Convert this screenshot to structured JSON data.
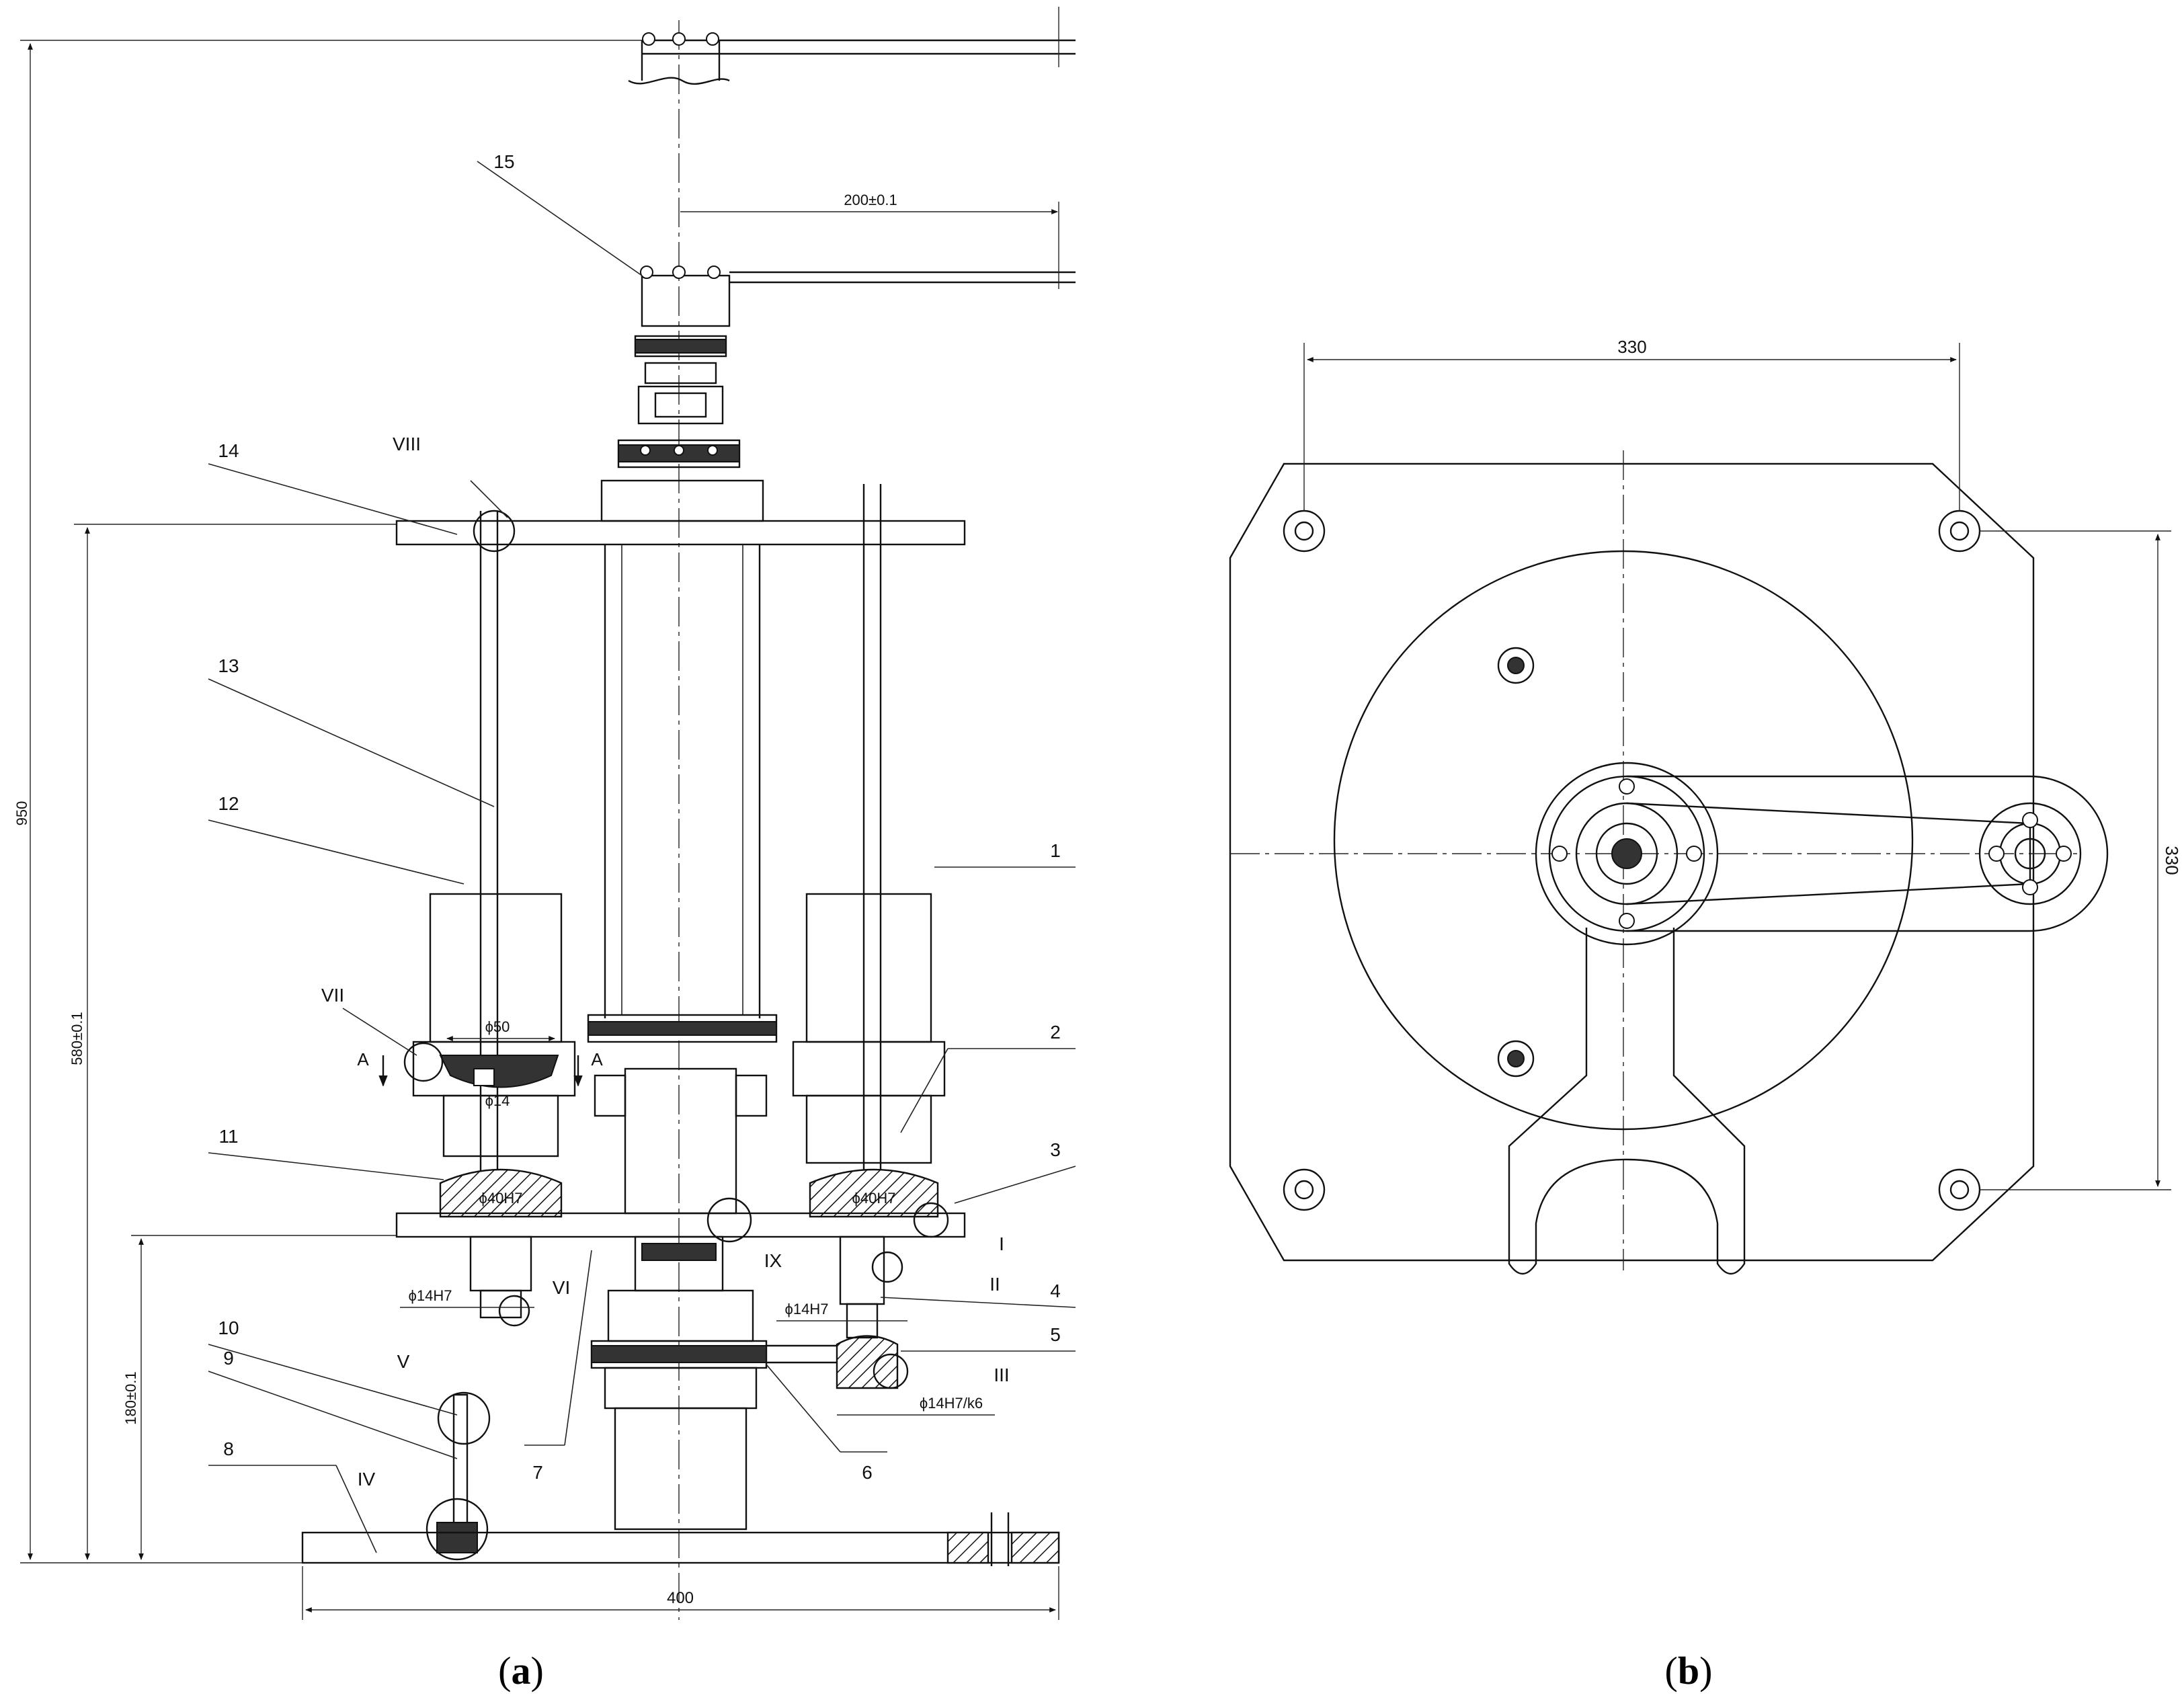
{
  "panel_a": {
    "caption": {
      "open": "(",
      "letter": "a",
      "close": ")"
    },
    "dimensions": {
      "height_total": "950",
      "height_plate": "580±0.1",
      "height_base": "180±0.1",
      "width_base": "400",
      "arm_length": "200±0.1",
      "bore_50": "ϕ50",
      "bore_14": "ϕ14",
      "bore_40_left": "ϕ40H7",
      "bore_40_right": "ϕ40H7",
      "shaft_14_left": "ϕ14H7",
      "shaft_14_right": "ϕ14H7",
      "fit_14": "ϕ14H7/k6"
    },
    "section_marks": [
      "A",
      "A"
    ],
    "part_numbers": [
      "1",
      "2",
      "3",
      "4",
      "5",
      "6",
      "7",
      "8",
      "9",
      "10",
      "11",
      "12",
      "13",
      "14",
      "15"
    ],
    "detail_views": [
      "I",
      "II",
      "III",
      "IV",
      "V",
      "VI",
      "VII",
      "VIII",
      "IX"
    ]
  },
  "panel_b": {
    "caption": {
      "open": "(",
      "letter": "b",
      "close": ")"
    },
    "dimensions": {
      "width": "330",
      "height": "330"
    }
  }
}
